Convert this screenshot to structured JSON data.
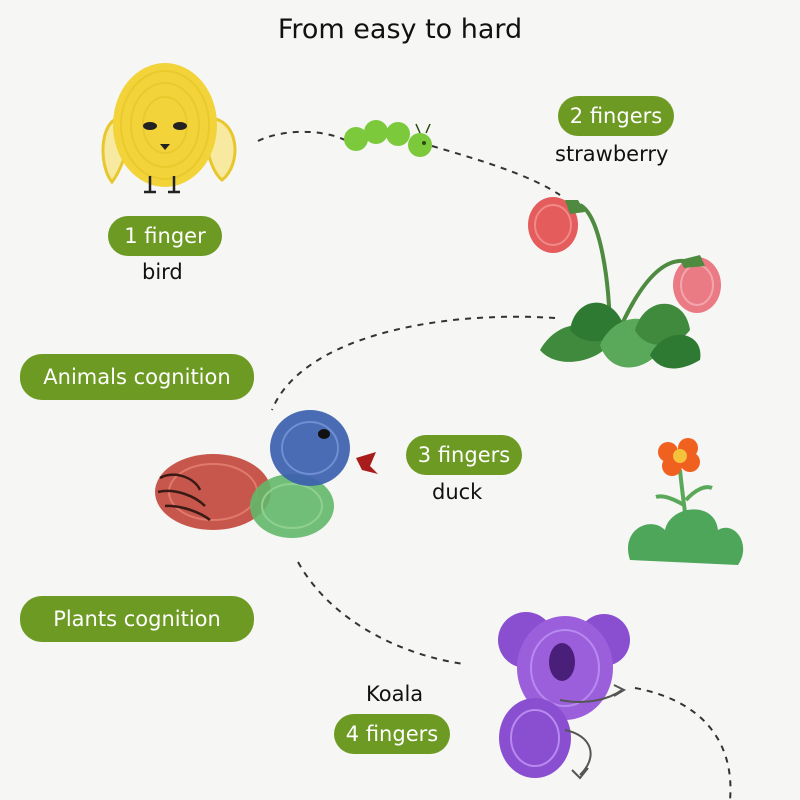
{
  "title": "From easy to hard",
  "stages": [
    {
      "count": "1 finger",
      "name": "bird"
    },
    {
      "count": "2 fingers",
      "name": "strawberry"
    },
    {
      "count": "3 fingers",
      "name": "duck"
    },
    {
      "count": "4 fingers",
      "name": "Koala"
    }
  ],
  "categories": {
    "animals": "Animals cognition",
    "plants": "Plants cognition"
  },
  "colors": {
    "pill": "#6c9a22",
    "bird": "#f2d43a",
    "strawberry": "#e0555a",
    "duck_head": "#3b5fae",
    "duck_body": "#63b86a",
    "duck_wing": "#c2463a",
    "koala": "#8a4fd0",
    "leaf": "#3f8a3c"
  }
}
